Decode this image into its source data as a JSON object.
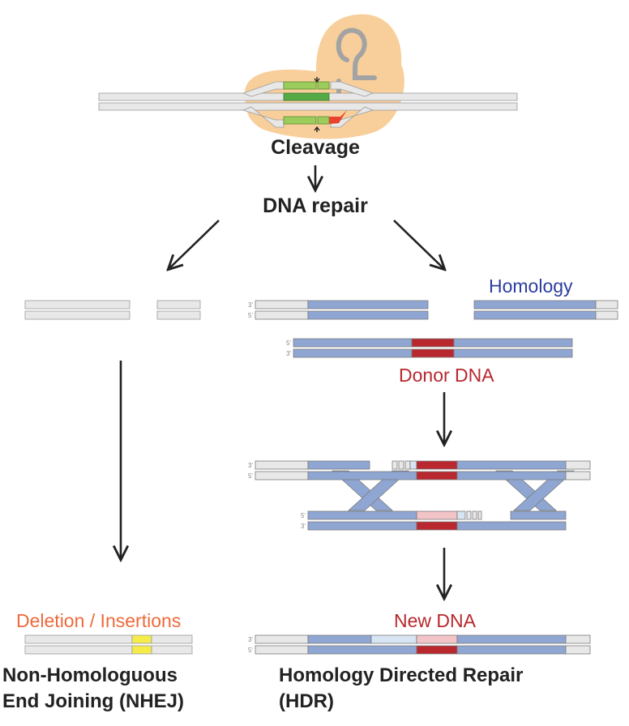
{
  "labels": {
    "cleavage": "Cleavage",
    "dna_repair": "DNA repair",
    "homology": "Homology",
    "donor_dna": "Donor DNA",
    "deletion_insertions": "Deletion / Insertions",
    "new_dna": "New DNA",
    "nhej_line1": "Non-Homologuous",
    "nhej_line2": "End Joining (NHEJ)",
    "hdr_line1": "Homology Directed Repair",
    "hdr_line2": "(HDR)"
  },
  "strand_end_labels": {
    "three_prime": "3'",
    "five_prime": "5'"
  },
  "colors": {
    "dna_gray": "#e8e8e8",
    "homology_blue": "#8fa6d3",
    "insert_red": "#b8282e",
    "insert_pink": "#f2c4c7",
    "new_light_blue": "#d7e4f3",
    "indel_yellow": "#f5ec4a",
    "guide_green": "#55aa46",
    "guide_light_green": "#9ccc5c",
    "pam_red": "#e6442c",
    "cas9_peach": "#f8cf9a",
    "homology_text": "#2d3e9e",
    "donor_text": "#b8282e",
    "deletion_text": "#ee6a3c",
    "new_dna_text": "#b8282e"
  }
}
